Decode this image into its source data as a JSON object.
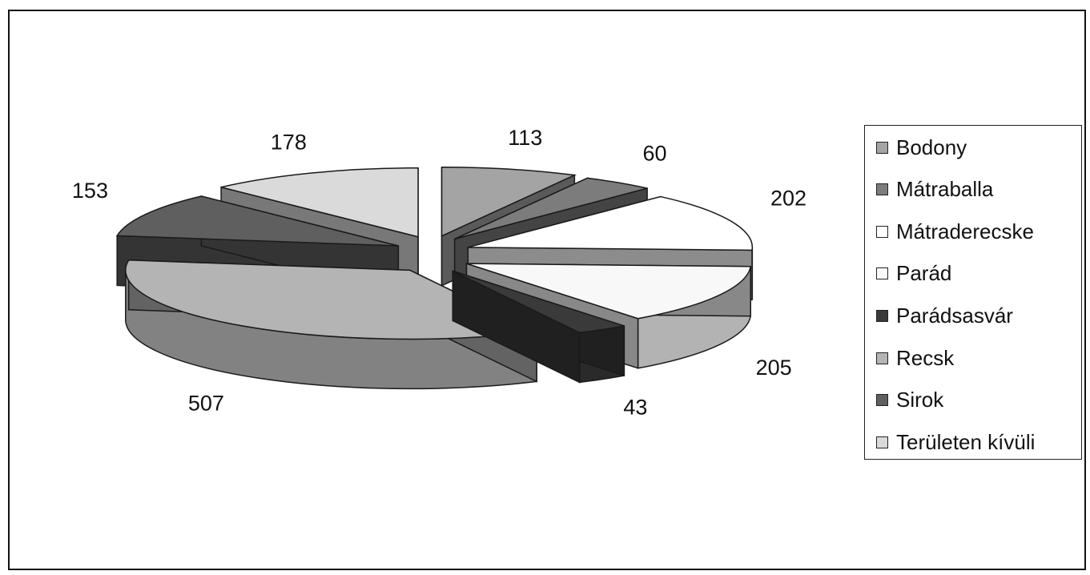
{
  "chart_data": {
    "type": "pie",
    "style": "3d-exploded",
    "categories": [
      "Bodony",
      "Mátraballa",
      "Mátraderecske",
      "Parád",
      "Parádsasvár",
      "Recsk",
      "Sirok",
      "Területen kívüli"
    ],
    "values": [
      113,
      60,
      202,
      205,
      43,
      507,
      153,
      178
    ],
    "colors": [
      "#a4a4a4",
      "#7c7c7c",
      "#ffffff",
      "#f8f8f8",
      "#3a3a3a",
      "#b4b4b4",
      "#5f5f5f",
      "#dadada"
    ],
    "legend_position": "right"
  }
}
